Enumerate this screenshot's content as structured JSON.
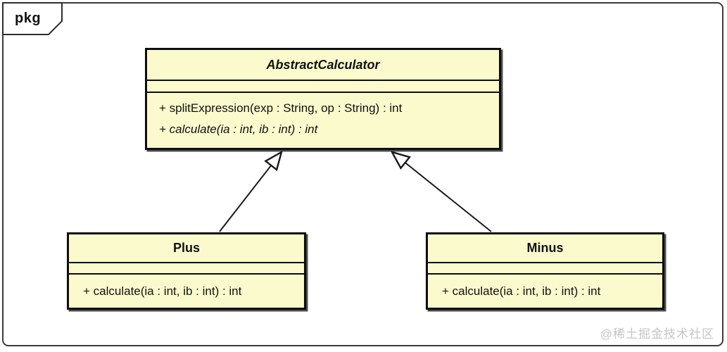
{
  "frame": {
    "tab_label": "pkg"
  },
  "diagram": {
    "classes": [
      {
        "name": "AbstractCalculator",
        "abstract": true,
        "methods": [
          {
            "text": "+ splitExpression(exp : String, op : String) : int",
            "italic": false
          },
          {
            "text": "+ calculate(ia : int, ib : int) : int",
            "italic": true
          }
        ]
      },
      {
        "name": "Plus",
        "abstract": false,
        "methods": [
          {
            "text": "+ calculate(ia : int, ib : int) : int",
            "italic": false
          }
        ]
      },
      {
        "name": "Minus",
        "abstract": false,
        "methods": [
          {
            "text": "+ calculate(ia : int, ib : int) : int",
            "italic": false
          }
        ]
      }
    ],
    "relations": [
      {
        "from": "Plus",
        "to": "AbstractCalculator",
        "type": "generalization"
      },
      {
        "from": "Minus",
        "to": "AbstractCalculator",
        "type": "generalization"
      }
    ]
  },
  "watermark": {
    "text": "@稀土掘金技术社区"
  },
  "colors": {
    "class_fill": "#fbfacd",
    "class_border": "#0d0d0d",
    "frame_border": "#3c3c3c",
    "arrow_line": "#1a1a1a",
    "watermark": "#c5c5c5",
    "text": "#111111"
  }
}
